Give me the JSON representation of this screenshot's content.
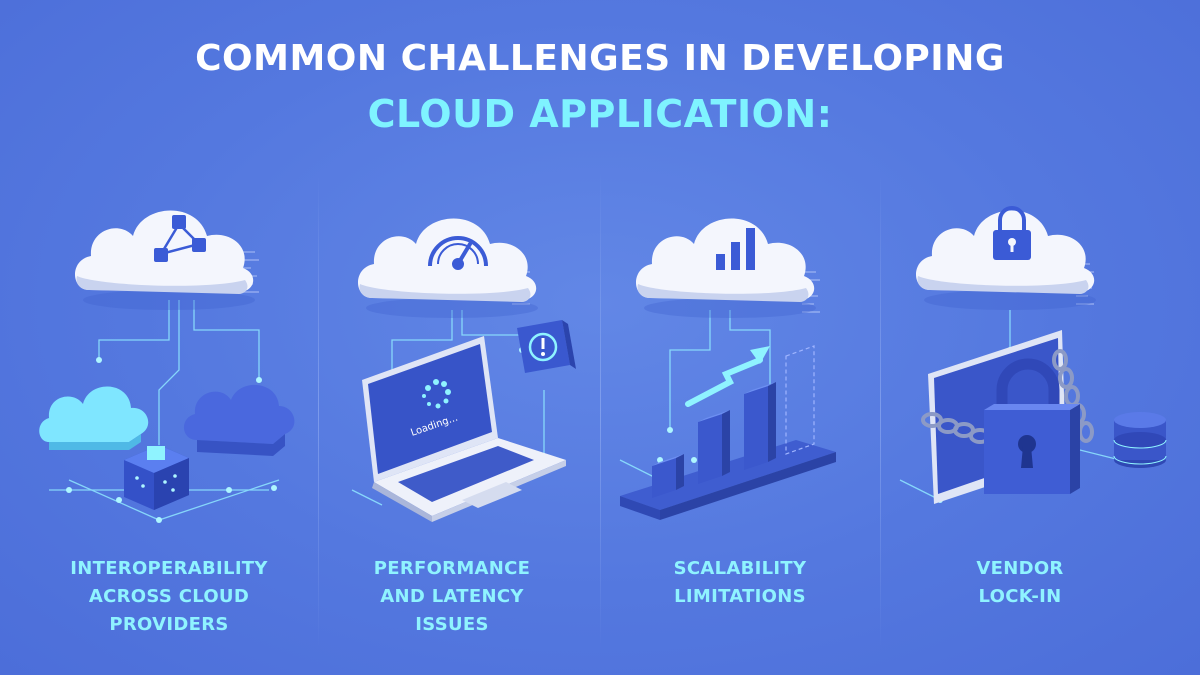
{
  "header": {
    "title_line1": "COMMON CHALLENGES IN DEVELOPING",
    "title_line2": "CLOUD APPLICATION:"
  },
  "colors": {
    "background": "#5478df",
    "title": "#ffffff",
    "accent": "#7ff3ff",
    "cloud": "#f4f6fd",
    "icon_blue": "#3b5bd6"
  },
  "challenges": [
    {
      "lines": [
        "INTEROPERABILITY",
        "ACROSS CLOUD",
        "PROVIDERS"
      ],
      "icon": "network-nodes-icon"
    },
    {
      "lines": [
        "PERFORMANCE",
        "AND LATENCY",
        "ISSUES"
      ],
      "icon": "speedometer-icon",
      "screen_text": "Loading..."
    },
    {
      "lines": [
        "SCALABILITY",
        "LIMITATIONS"
      ],
      "icon": "bar-chart-icon"
    },
    {
      "lines": [
        "VENDOR",
        "LOCK-IN"
      ],
      "icon": "padlock-icon"
    }
  ]
}
